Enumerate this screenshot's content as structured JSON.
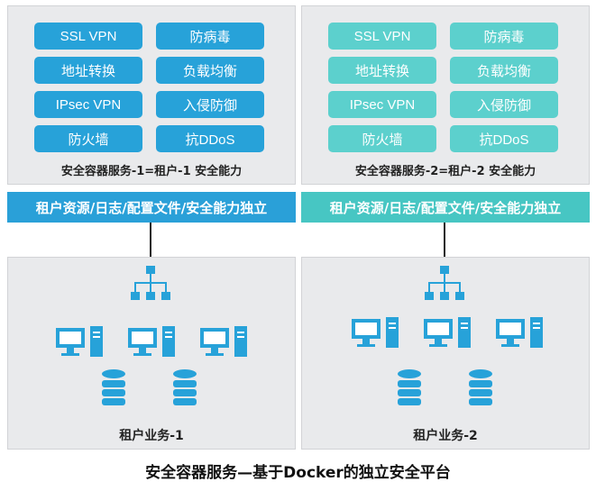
{
  "left": {
    "buttons": [
      "SSL VPN",
      "防病毒",
      "地址转换",
      "负载均衡",
      "IPsec VPN",
      "入侵防御",
      "防火墙",
      "抗DDoS"
    ],
    "caption": "安全容器服务-1=租户-1 安全能力",
    "bar": "租户资源/日志/配置文件/安全能力独立",
    "tenant": "租户业务-1"
  },
  "right": {
    "buttons": [
      "SSL VPN",
      "防病毒",
      "地址转换",
      "负载均衡",
      "IPsec VPN",
      "入侵防御",
      "防火墙",
      "抗DDoS"
    ],
    "caption": "安全容器服务-2=租户-2 安全能力",
    "bar": "租户资源/日志/配置文件/安全能力独立",
    "tenant": "租户业务-2"
  },
  "title": "安全容器服务—基于Docker的独立安全平台",
  "colors": {
    "left_accent": "#27a2d9",
    "right_accent": "#5cd0cd",
    "icon_blue": "#27a2d9"
  },
  "icons": [
    "network-topology-icon",
    "computer-icon",
    "database-icon"
  ]
}
